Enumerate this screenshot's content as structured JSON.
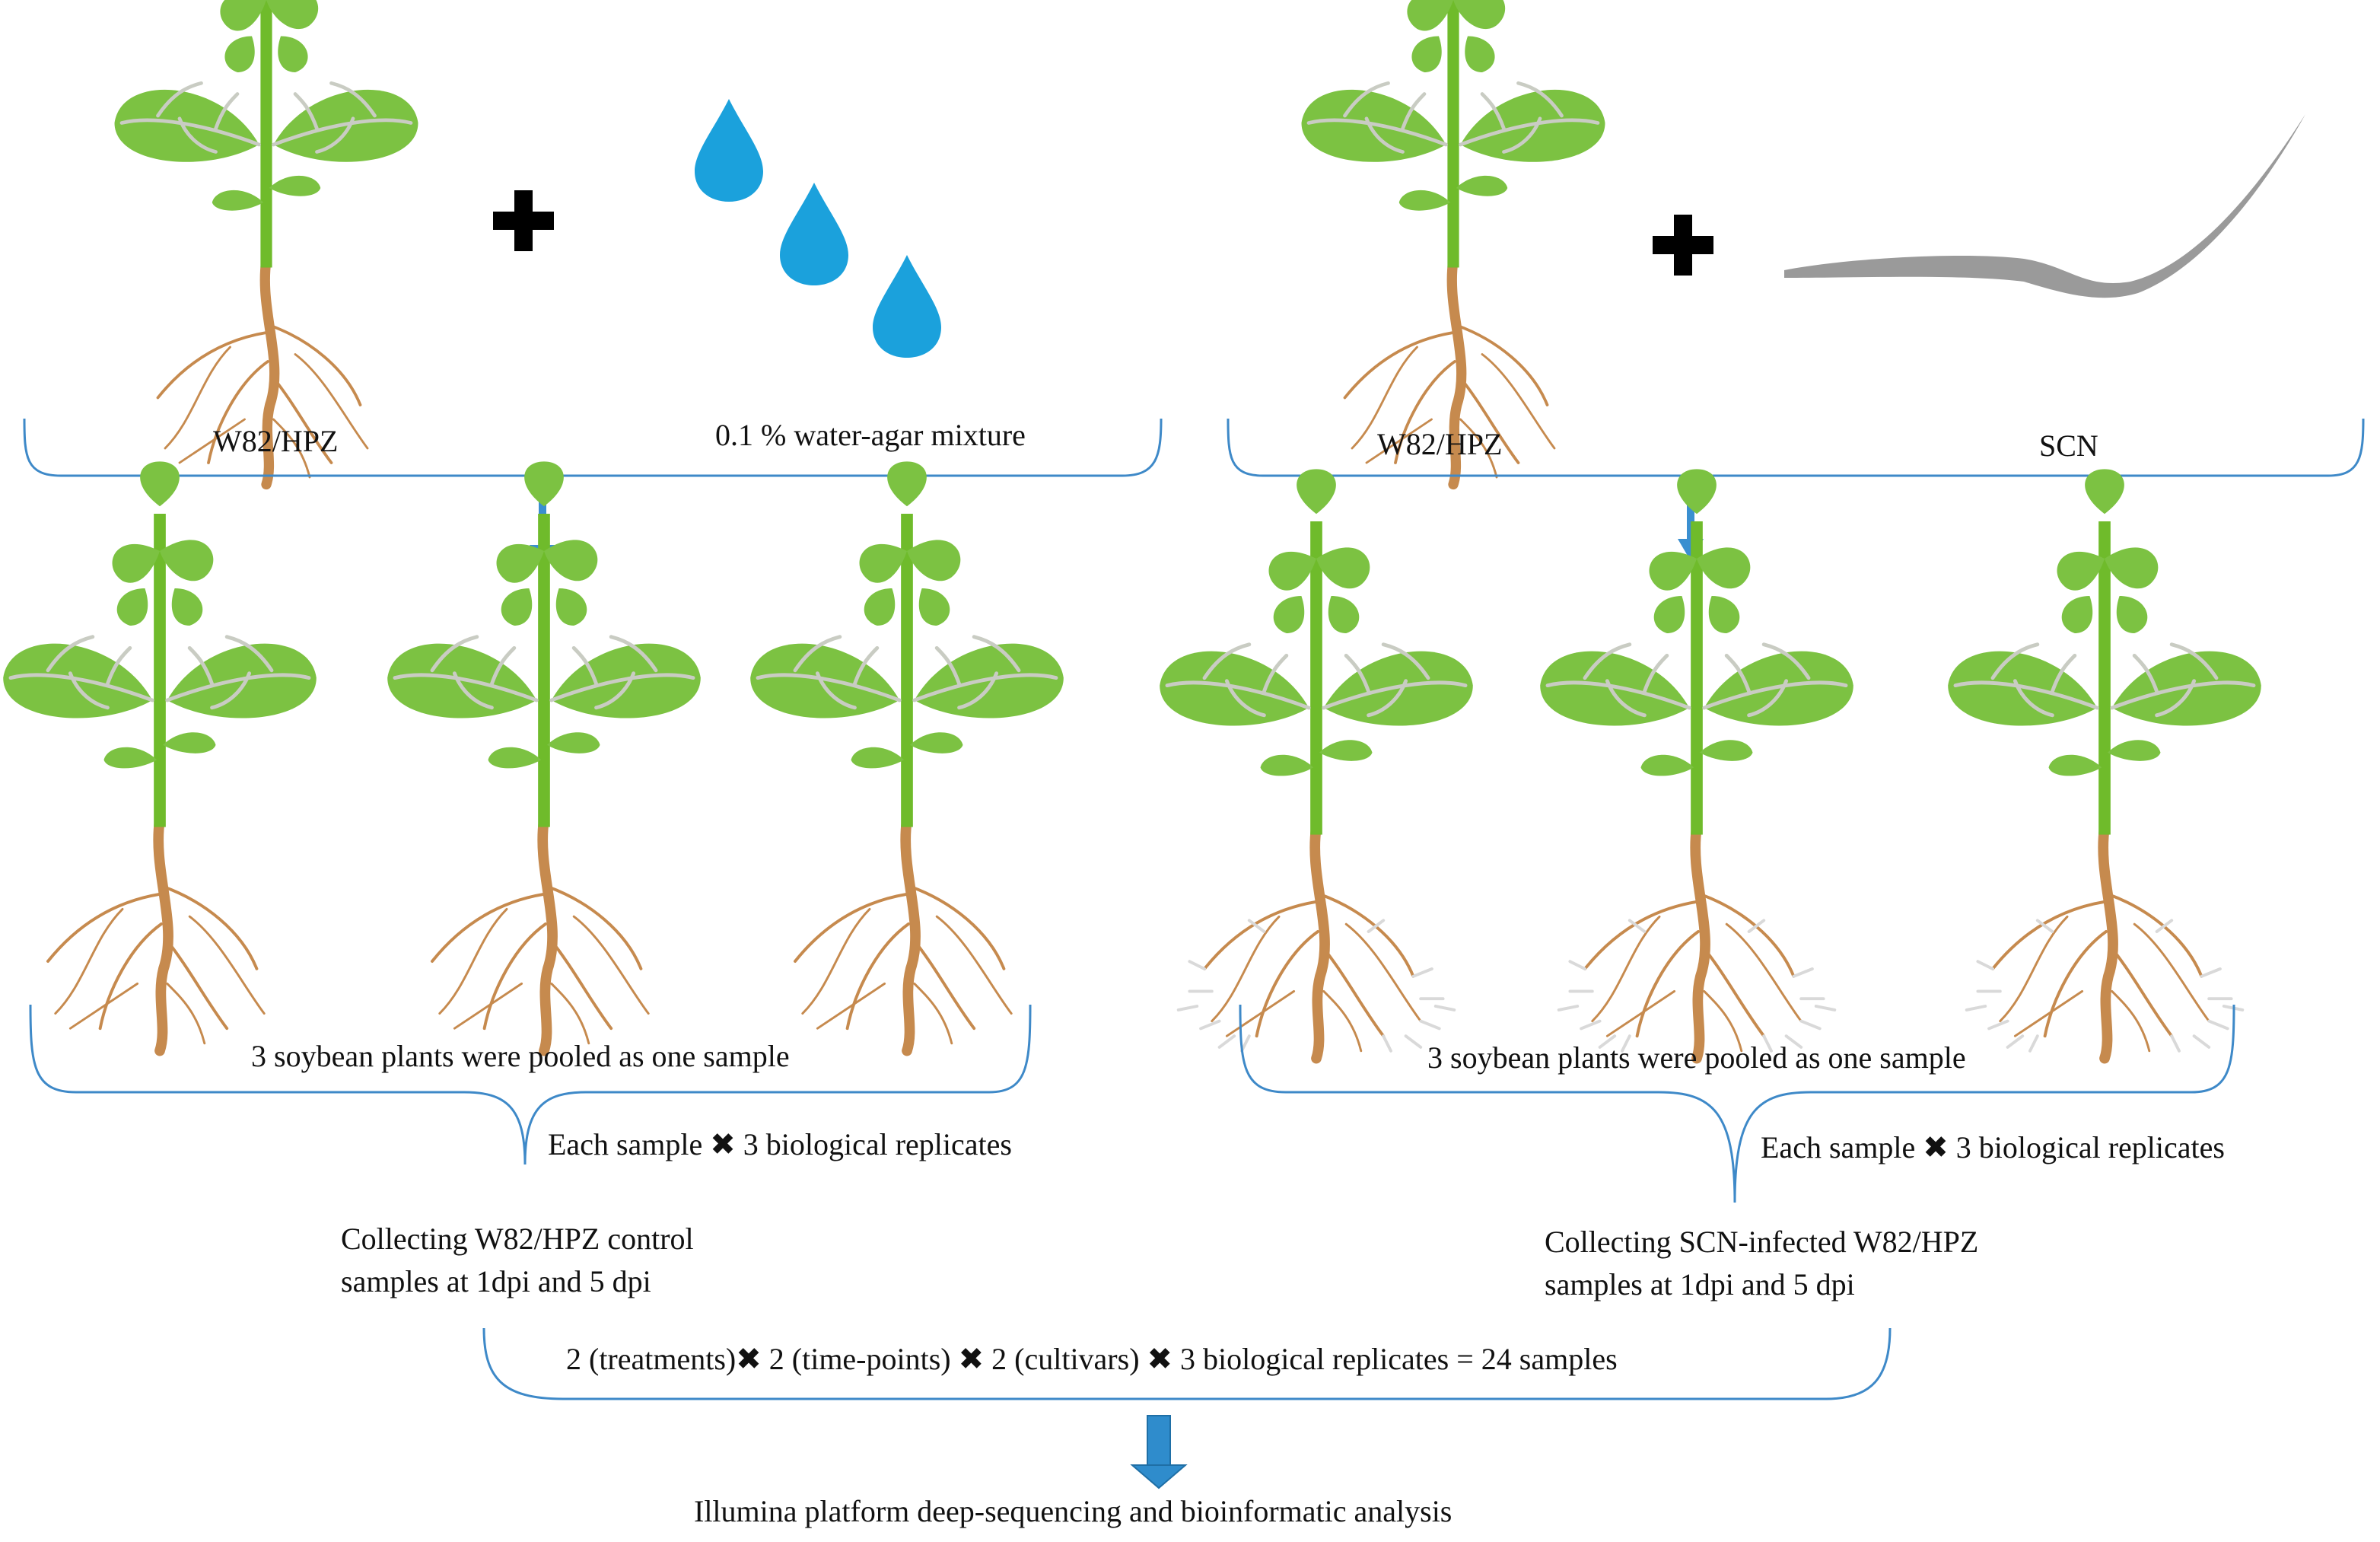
{
  "colors": {
    "leaf": "#7cc242",
    "leaf_vein": "#c9ccc3",
    "stem": "#6fbb2b",
    "root": "#c68a4e",
    "root_hair": "#d9d9d9",
    "water_drop": "#1ba1dc",
    "nematode": "#9a9a9a",
    "bracket": "#3e89c8",
    "arrow": "#3a8fd0",
    "plus": "#000000"
  },
  "icons": {
    "plant": "soybean-plant-icon",
    "drop": "water-drop-icon",
    "nematode": "nematode-icon",
    "plus": "plus-icon",
    "arrow": "down-arrow-icon"
  },
  "top": {
    "left_plant_label": "W82/HPZ",
    "left_treatment_label": "0.1 % water-agar mixture",
    "right_plant_label": "W82/HPZ",
    "right_treatment_label": "SCN"
  },
  "middle": {
    "left_pool_label": "3 soybean plants were pooled as one sample",
    "right_pool_label": "3 soybean plants were pooled as one sample",
    "left_replicates": {
      "pre": "Each sample",
      "mul": "✖",
      "post": "3 biological replicates"
    },
    "right_replicates": {
      "pre": "Each sample",
      "mul": "✖",
      "post": "3 biological replicates"
    }
  },
  "collect": {
    "left_line1": "Collecting W82/HPZ control",
    "left_line2": "samples at 1dpi and 5 dpi",
    "right_line1": "Collecting SCN-infected W82/HPZ",
    "right_line2": "samples at 1dpi and 5 dpi"
  },
  "formula": {
    "part1": "2 (treatments)",
    "mul1": "✖",
    "part2": "2 (time-points)",
    "mul2": "✖",
    "part3": "2 (cultivars)",
    "mul3": "✖",
    "part4": "3 biological replicates = 24 samples"
  },
  "final": {
    "label": "Illumina platform deep-sequencing and bioinformatic analysis"
  }
}
